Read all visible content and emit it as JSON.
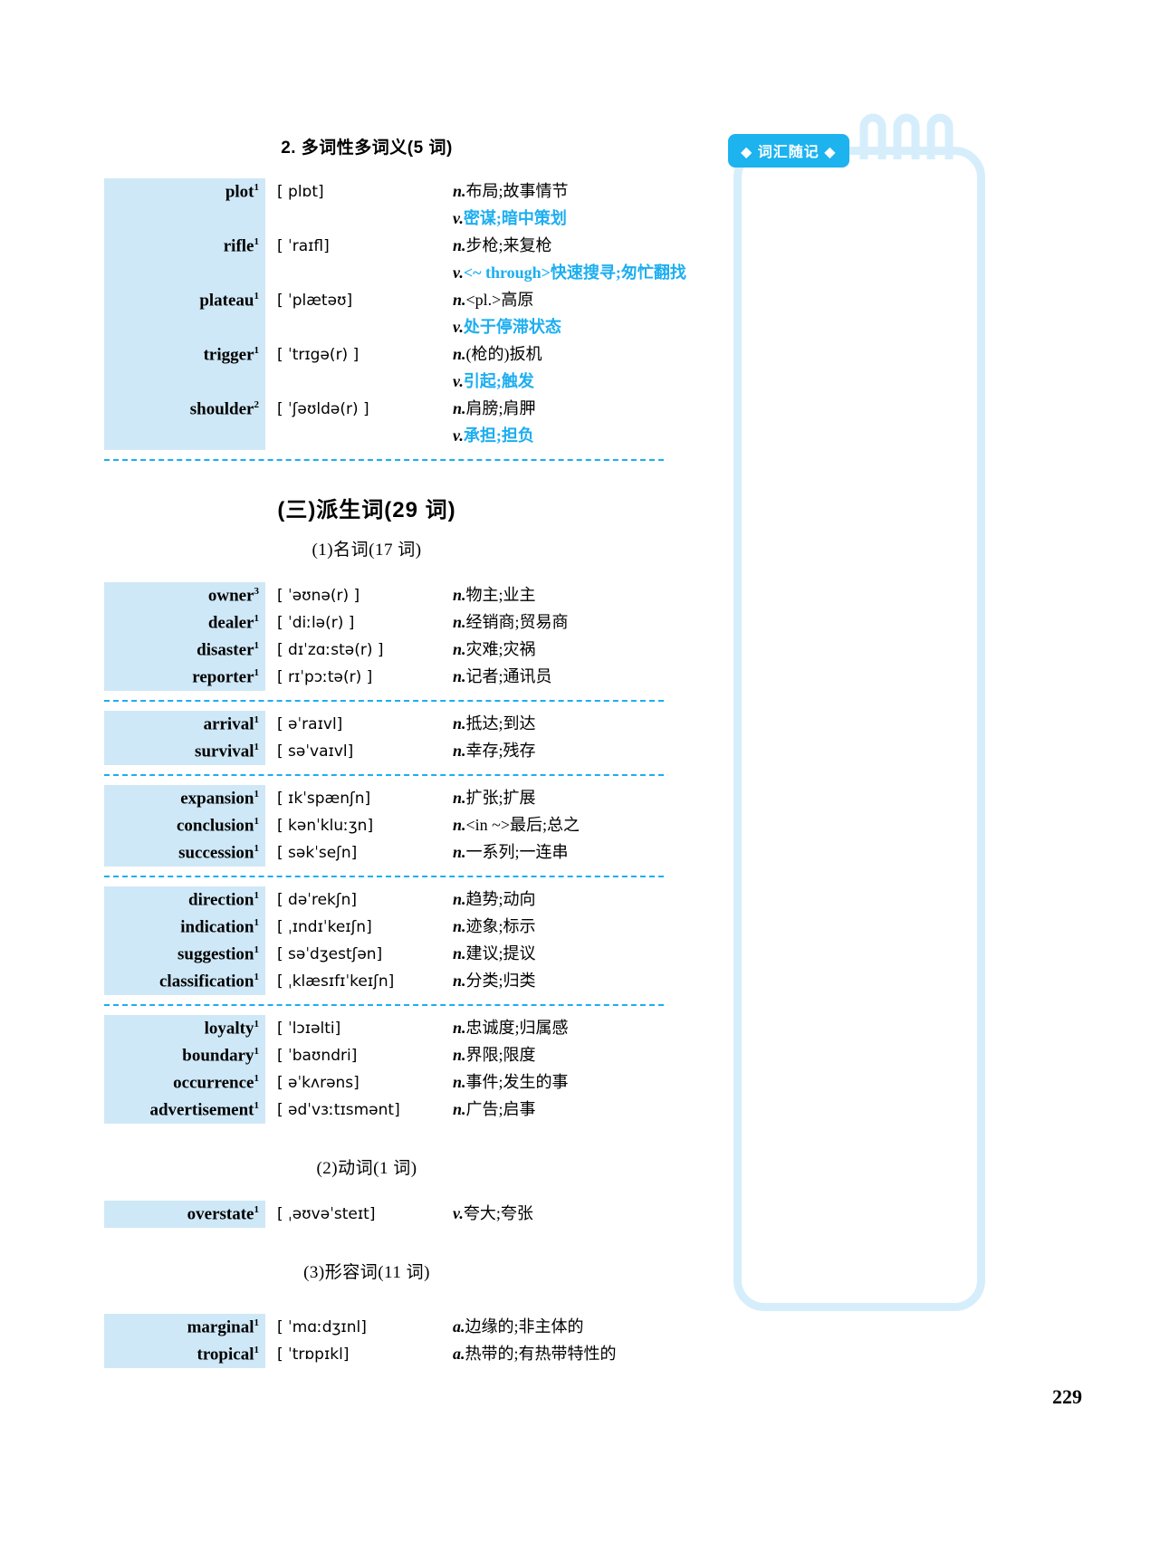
{
  "notes_panel": {
    "badge_label": "◆ 词汇随记 ◆"
  },
  "page_number": "229",
  "sections": [
    {
      "heading": "2. 多词性多词义(5 词)",
      "groups": [
        {
          "entries": [
            {
              "word": "plot",
              "sup": "1",
              "phonetic": "[ plɒt]",
              "senses": [
                {
                  "pos": "n.",
                  "text": "布局;故事情节",
                  "accent": false
                },
                {
                  "pos": "v.",
                  "text": "密谋;暗中策划",
                  "accent": true
                }
              ]
            },
            {
              "word": "rifle",
              "sup": "1",
              "phonetic": "[ ˈraɪfl]",
              "senses": [
                {
                  "pos": "n.",
                  "text": "步枪;来复枪",
                  "accent": false
                },
                {
                  "pos": "v.",
                  "text": "<~ through>快速搜寻;匆忙翻找",
                  "accent": true
                }
              ]
            },
            {
              "word": "plateau",
              "sup": "1",
              "phonetic": "[ ˈplætəʊ]",
              "senses": [
                {
                  "pos": "n.",
                  "text": "<pl.>高原",
                  "accent": false
                },
                {
                  "pos": "v.",
                  "text": "处于停滞状态",
                  "accent": true
                }
              ]
            },
            {
              "word": "trigger",
              "sup": "1",
              "phonetic": "[ ˈtrɪgə(r) ]",
              "senses": [
                {
                  "pos": "n.",
                  "text": "(枪的)扳机",
                  "accent": false
                },
                {
                  "pos": "v.",
                  "text": "引起;触发",
                  "accent": true
                }
              ]
            },
            {
              "word": "shoulder",
              "sup": "2",
              "phonetic": "[ ˈʃəʊldə(r) ]",
              "senses": [
                {
                  "pos": "n.",
                  "text": "肩膀;肩胛",
                  "accent": false
                },
                {
                  "pos": "v.",
                  "text": "承担;担负",
                  "accent": true
                }
              ]
            }
          ]
        }
      ]
    },
    {
      "heading": "(三)派生词(29 词)",
      "subheading": "(1)名词(17 词)",
      "groups": [
        {
          "entries": [
            {
              "word": "owner",
              "sup": "3",
              "phonetic": "[ ˈəʊnə(r) ]",
              "senses": [
                {
                  "pos": "n.",
                  "text": "物主;业主",
                  "accent": false
                }
              ]
            },
            {
              "word": "dealer",
              "sup": "1",
              "phonetic": "[ ˈdiːlə(r) ]",
              "senses": [
                {
                  "pos": "n.",
                  "text": "经销商;贸易商",
                  "accent": false
                }
              ]
            },
            {
              "word": "disaster",
              "sup": "1",
              "phonetic": "[ dɪˈzɑːstə(r) ]",
              "senses": [
                {
                  "pos": "n.",
                  "text": "灾难;灾祸",
                  "accent": false
                }
              ]
            },
            {
              "word": "reporter",
              "sup": "1",
              "phonetic": "[ rɪˈpɔːtə(r) ]",
              "senses": [
                {
                  "pos": "n.",
                  "text": "记者;通讯员",
                  "accent": false
                }
              ]
            }
          ]
        },
        {
          "entries": [
            {
              "word": "arrival",
              "sup": "1",
              "phonetic": "[ əˈraɪvl]",
              "senses": [
                {
                  "pos": "n.",
                  "text": "抵达;到达",
                  "accent": false
                }
              ]
            },
            {
              "word": "survival",
              "sup": "1",
              "phonetic": "[ səˈvaɪvl]",
              "senses": [
                {
                  "pos": "n.",
                  "text": "幸存;残存",
                  "accent": false
                }
              ]
            }
          ]
        },
        {
          "entries": [
            {
              "word": "expansion",
              "sup": "1",
              "phonetic": "[ ɪkˈspænʃn]",
              "senses": [
                {
                  "pos": "n.",
                  "text": "扩张;扩展",
                  "accent": false
                }
              ]
            },
            {
              "word": "conclusion",
              "sup": "1",
              "phonetic": "[ kənˈkluːʒn]",
              "senses": [
                {
                  "pos": "n.",
                  "text": "<in ~>最后;总之",
                  "accent": false
                }
              ]
            },
            {
              "word": "succession",
              "sup": "1",
              "phonetic": "[ səkˈseʃn]",
              "senses": [
                {
                  "pos": "n.",
                  "text": "一系列;一连串",
                  "accent": false
                }
              ]
            }
          ]
        },
        {
          "entries": [
            {
              "word": "direction",
              "sup": "1",
              "phonetic": "[ dəˈrekʃn]",
              "senses": [
                {
                  "pos": "n.",
                  "text": "趋势;动向",
                  "accent": false
                }
              ]
            },
            {
              "word": "indication",
              "sup": "1",
              "phonetic": "[ ˌɪndɪˈkeɪʃn]",
              "senses": [
                {
                  "pos": "n.",
                  "text": "迹象;标示",
                  "accent": false
                }
              ]
            },
            {
              "word": "suggestion",
              "sup": "1",
              "phonetic": "[ səˈdʒestʃən]",
              "senses": [
                {
                  "pos": "n.",
                  "text": "建议;提议",
                  "accent": false
                }
              ]
            },
            {
              "word": "classification",
              "sup": "1",
              "phonetic": "[ ˌklæsɪfɪˈkeɪʃn]",
              "senses": [
                {
                  "pos": "n.",
                  "text": "分类;归类",
                  "accent": false
                }
              ]
            }
          ]
        },
        {
          "entries": [
            {
              "word": "loyalty",
              "sup": "1",
              "phonetic": "[ ˈlɔɪəlti]",
              "senses": [
                {
                  "pos": "n.",
                  "text": "忠诚度;归属感",
                  "accent": false
                }
              ]
            },
            {
              "word": "boundary",
              "sup": "1",
              "phonetic": "[ ˈbaʊndri]",
              "senses": [
                {
                  "pos": "n.",
                  "text": "界限;限度",
                  "accent": false
                }
              ]
            },
            {
              "word": "occurrence",
              "sup": "1",
              "phonetic": "[ əˈkʌrəns]",
              "senses": [
                {
                  "pos": "n.",
                  "text": "事件;发生的事",
                  "accent": false
                }
              ]
            },
            {
              "word": "advertisement",
              "sup": "1",
              "phonetic": "[ ədˈvɜːtɪsmənt]",
              "senses": [
                {
                  "pos": "n.",
                  "text": "广告;启事",
                  "accent": false
                }
              ]
            }
          ]
        }
      ]
    },
    {
      "subheading": "(2)动词(1 词)",
      "groups": [
        {
          "entries": [
            {
              "word": "overstate",
              "sup": "1",
              "phonetic": "[ ˌəʊvəˈsteɪt]",
              "senses": [
                {
                  "pos": "v.",
                  "text": "夸大;夸张",
                  "accent": false
                }
              ]
            }
          ]
        }
      ]
    },
    {
      "subheading": "(3)形容词(11 词)",
      "groups": [
        {
          "entries": [
            {
              "word": "marginal",
              "sup": "1",
              "phonetic": "[ ˈmɑːdʒɪnl]",
              "senses": [
                {
                  "pos": "a.",
                  "text": "边缘的;非主体的",
                  "accent": false
                }
              ]
            },
            {
              "word": "tropical",
              "sup": "1",
              "phonetic": "[ ˈtrɒpɪkl]",
              "senses": [
                {
                  "pos": "a.",
                  "text": "热带的;有热带特性的",
                  "accent": false
                }
              ]
            }
          ]
        }
      ]
    }
  ]
}
